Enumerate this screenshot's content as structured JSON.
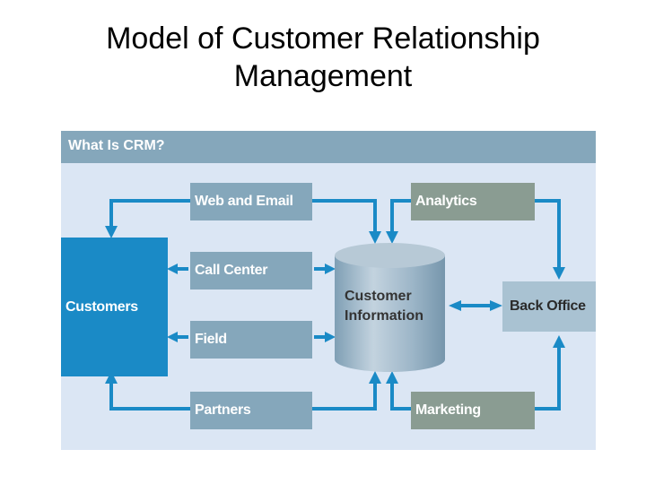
{
  "slide": {
    "title_line1": "Model of Customer Relationship",
    "title_line2": "Management"
  },
  "diagram": {
    "header": "What Is CRM?",
    "customers": "Customers",
    "channels": [
      "Web and Email",
      "Call Center",
      "Field",
      "Partners"
    ],
    "database": {
      "line1": "Customer",
      "line2": "Information"
    },
    "analytics": "Analytics",
    "marketing": "Marketing",
    "back_office": "Back Office",
    "colors": {
      "panel": "#dbe6f4",
      "header": "#85a7bb",
      "channel": "#85a7bb",
      "analytics_marketing": "#8a9c92",
      "customers": "#1a8ac6",
      "arrow": "#1a8ac6",
      "back_office": "#a9c2d2"
    }
  }
}
